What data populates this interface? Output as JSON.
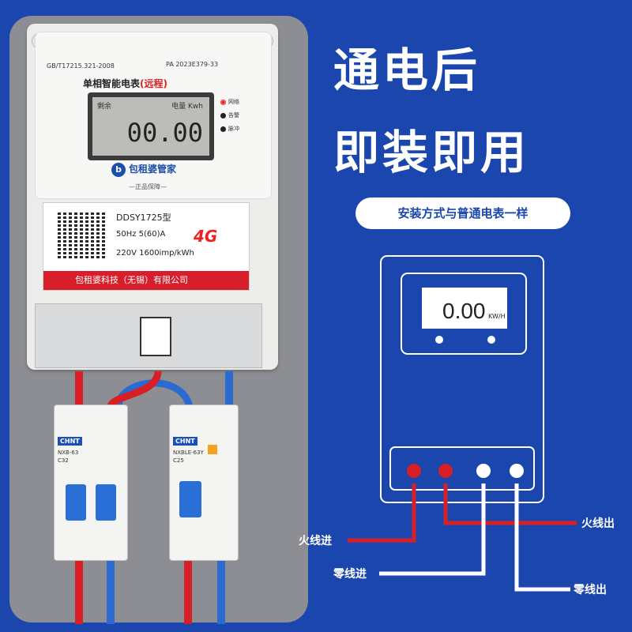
{
  "meter": {
    "standard": "GB/T17215.321-2008",
    "pa": "PA 2023E379-33",
    "name": "单相智能电表",
    "name_tag": "(远程)",
    "lcd_left": "剩余",
    "lcd_right": "电量  Kwh",
    "lcd_value": "00.00",
    "leds": [
      "网络",
      "告警",
      "脉冲"
    ],
    "brand": "包租婆管家",
    "guarantee": "—正品保障—",
    "model": "DDSY1725型",
    "frequency": "50Hz  5(60)A",
    "voltage": "220V  1600imp/kWh",
    "network": "4G",
    "company": "包租婆科技（无锡）有限公司"
  },
  "breakers": {
    "left_brand": "CHNT",
    "left_model": "NXB-63",
    "left_rating": "C32",
    "right_brand": "CHNT",
    "right_model": "NXBLE-63Y",
    "right_rating": "C25"
  },
  "promo": {
    "title_line1": "通电后",
    "title_line2": "即装即用",
    "subtitle": "安装方式与普通电表一样"
  },
  "diagram": {
    "display_value": "0.00",
    "display_unit": "KW/H",
    "live_in": "火线进",
    "live_out": "火线出",
    "neutral_in": "零线进",
    "neutral_out": "零线出"
  },
  "colors": {
    "background": "#1b46ad",
    "live_wire": "#d81f26",
    "neutral_wire": "#ffffff",
    "brand_blue": "#1b4fa8"
  }
}
